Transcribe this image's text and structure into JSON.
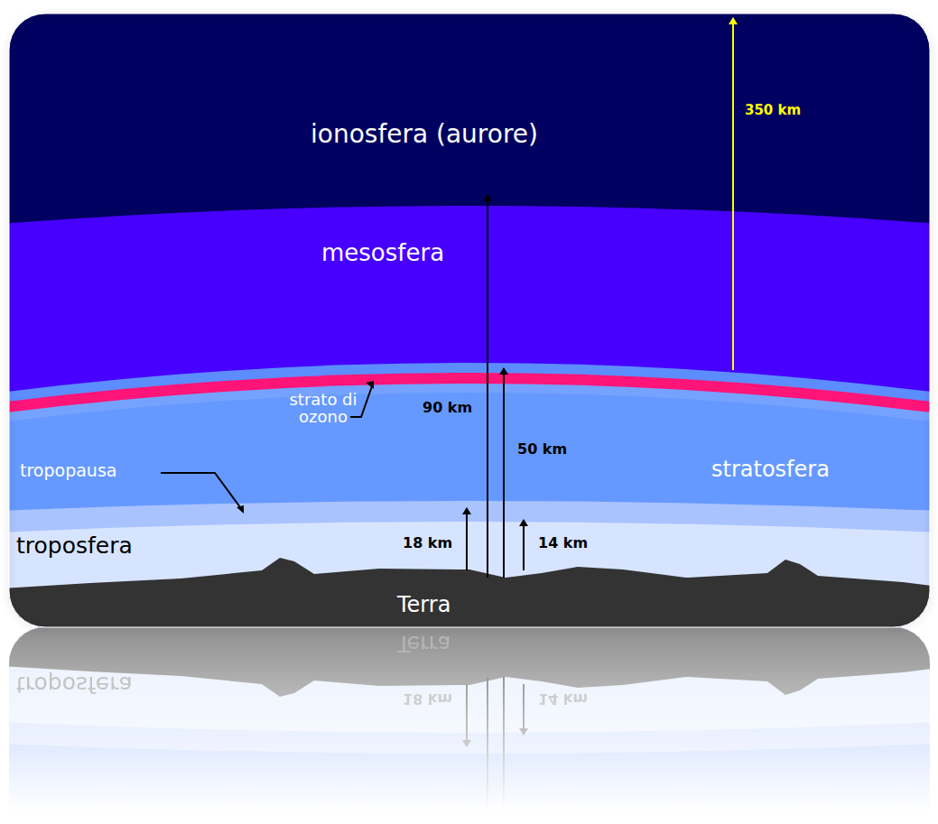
{
  "diagram": {
    "nodes": [
      {
        "text": [
          "ionosfera (aurore)"
        ]
      },
      {
        "text": [
          "mesosfera"
        ]
      },
      {
        "text": [
          "stratosfera"
        ]
      },
      {
        "text": [
          "troposfera"
        ]
      },
      {
        "text": [
          "Terra"
        ]
      }
    ],
    "labels": [
      "350 km",
      "strato di ozono",
      "90 km",
      "50 km",
      "tropopausa",
      "18 km",
      "14 km",
      "Terra",
      "troposfera",
      "18 km",
      "14 km"
    ]
  }
}
